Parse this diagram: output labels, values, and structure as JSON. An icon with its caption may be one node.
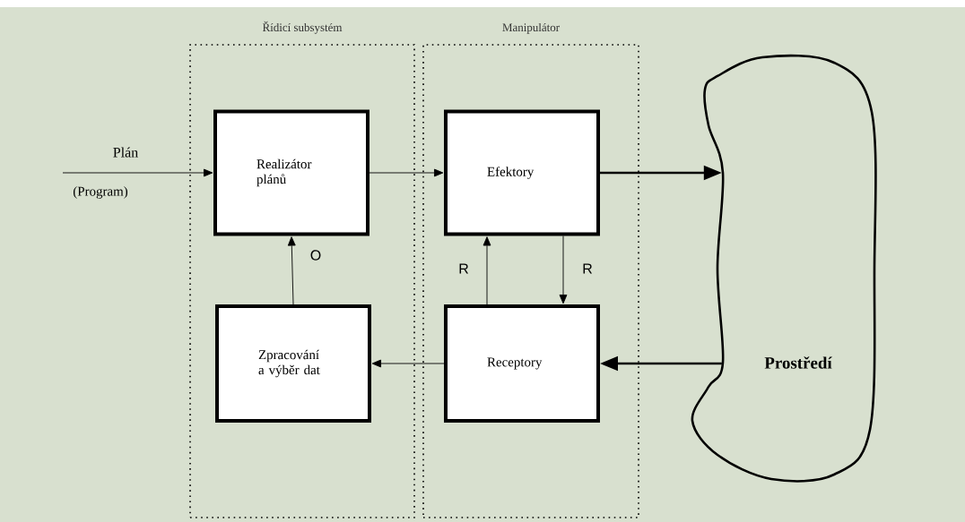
{
  "diagram": {
    "nodes": [
      {
        "text": [
          "Řídicí subsystém"
        ]
      },
      {
        "text": [
          "Manipulátor"
        ]
      },
      {
        "text": [
          "Realizátor plánů"
        ],
        "in": 0
      },
      {
        "text": [
          "Zpracování a výběr dat"
        ],
        "in": 0
      },
      {
        "text": [
          "Efektory"
        ],
        "in": 1
      },
      {
        "text": [
          "Receptory"
        ],
        "in": 1
      },
      {
        "text": [
          "Prostředí"
        ]
      }
    ],
    "edges": [
      {
        "from": null,
        "to": 2,
        "arrow": "to",
        "label": "Plán"
      },
      {
        "from": 2,
        "to": 4,
        "arrow": "to"
      },
      {
        "from": 4,
        "to": 6,
        "arrow": "to",
        "style": "thick"
      },
      {
        "from": 6,
        "to": 5,
        "arrow": "to",
        "style": "thick"
      },
      {
        "from": 5,
        "to": 3,
        "arrow": "to"
      },
      {
        "from": 3,
        "to": 2,
        "arrow": "to",
        "label": "O"
      },
      {
        "from": 5,
        "to": 4,
        "arrow": "to",
        "label": "R"
      },
      {
        "from": 4,
        "to": 5,
        "arrow": "to",
        "label": "R"
      }
    ],
    "labels": [
      "(Program)"
    ]
  }
}
